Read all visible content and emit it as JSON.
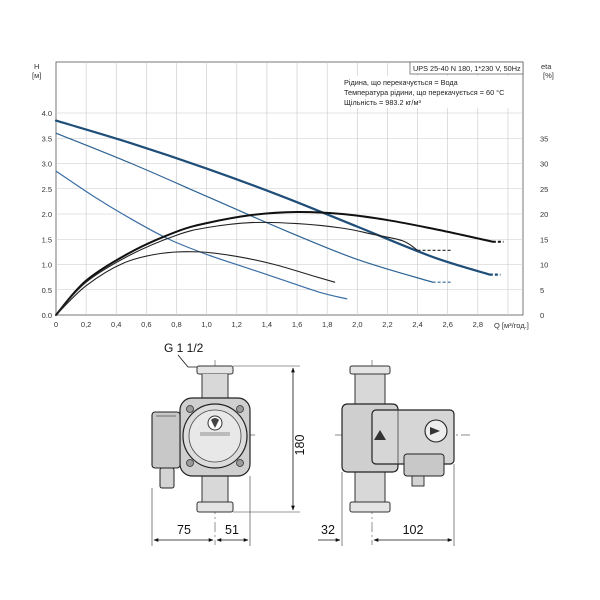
{
  "chart_data": {
    "type": "line",
    "title": "UPS 25-40 N 180, 1*230 V, 50Hz",
    "notes": [
      "Рідина, що перекачується = Вода",
      "Температура рідини, що перекачується = 60 °C",
      "Щільність = 983.2 кг/м³"
    ],
    "y_label_left": "H",
    "y_unit_left": "[м]",
    "y_label_right": "eta",
    "y_unit_right": "[%]",
    "x_label": "Q [м³/год.]",
    "xlim": [
      0,
      3.1
    ],
    "ylim_left": [
      0,
      4.0
    ],
    "ylim_right": [
      0,
      40
    ],
    "x_ticks": [
      "0",
      "0,2",
      "0,4",
      "0,6",
      "0,8",
      "1,0",
      "1,2",
      "1,4",
      "1,6",
      "1,8",
      "2,0",
      "2,2",
      "2,4",
      "2,6",
      "2,8"
    ],
    "y_ticks_left": [
      "0.0",
      "0.5",
      "1.0",
      "1.5",
      "2.0",
      "2.5",
      "3.0",
      "3.5",
      "4.0"
    ],
    "y_ticks_right": [
      "0",
      "5",
      "10",
      "15",
      "20",
      "25",
      "30",
      "35"
    ],
    "grid": true,
    "series": [
      {
        "axis": "left",
        "color": "#1f4e79",
        "width": 2.2,
        "x": [
          0,
          0.5,
          1.0,
          1.5,
          2.0,
          2.5,
          2.88
        ],
        "y": [
          3.85,
          3.4,
          2.9,
          2.35,
          1.75,
          1.15,
          0.8
        ],
        "dashed": {
          "x": [
            2.88,
            2.95
          ],
          "y": [
            0.8,
            0.8
          ]
        }
      },
      {
        "axis": "left",
        "color": "#2e6496",
        "width": 1.2,
        "x": [
          0,
          0.5,
          1.0,
          1.5,
          2.0,
          2.5
        ],
        "y": [
          3.6,
          3.0,
          2.35,
          1.7,
          1.1,
          0.65
        ],
        "dashed": {
          "x": [
            2.5,
            2.62
          ],
          "y": [
            0.65,
            0.65
          ]
        }
      },
      {
        "axis": "left",
        "color": "#3a6ea5",
        "width": 1.2,
        "x": [
          0,
          0.25,
          0.5,
          0.75,
          1.0,
          1.25,
          1.5,
          1.75,
          1.93
        ],
        "y": [
          2.85,
          2.35,
          1.9,
          1.5,
          1.2,
          0.95,
          0.7,
          0.45,
          0.32
        ]
      },
      {
        "axis": "right",
        "color": "#111111",
        "width": 2.0,
        "x": [
          0,
          0.2,
          0.5,
          0.8,
          1.0,
          1.3,
          1.6,
          1.9,
          2.2,
          2.5,
          2.75,
          2.9
        ],
        "y": [
          0,
          6.8,
          12.5,
          16.5,
          18.2,
          19.8,
          20.4,
          20.0,
          18.8,
          17.1,
          15.5,
          14.5
        ],
        "dashed": {
          "x": [
            2.9,
            2.97
          ],
          "y": [
            14.5,
            14.5
          ]
        }
      },
      {
        "axis": "right",
        "color": "#222222",
        "width": 1.1,
        "x": [
          0,
          0.2,
          0.5,
          0.8,
          1.0,
          1.3,
          1.6,
          1.9,
          2.1,
          2.3,
          2.4
        ],
        "y": [
          0,
          6.5,
          12.0,
          15.8,
          17.3,
          18.3,
          18.1,
          17.2,
          16.0,
          14.7,
          12.8
        ],
        "dashed": {
          "x": [
            2.4,
            2.62
          ],
          "y": [
            12.8,
            12.8
          ]
        }
      },
      {
        "axis": "right",
        "color": "#222222",
        "width": 1.1,
        "x": [
          0,
          0.2,
          0.45,
          0.7,
          0.95,
          1.2,
          1.45,
          1.7,
          1.85
        ],
        "y": [
          0,
          5.8,
          10.3,
          12.2,
          12.5,
          11.6,
          10.0,
          7.8,
          6.5
        ]
      }
    ]
  },
  "drawing": {
    "thread_label": "G 1 1/2",
    "dim_height": "180",
    "dim_left": "75",
    "dim_middle": "51",
    "dim_side_offset": "32",
    "dim_side_width": "102"
  }
}
